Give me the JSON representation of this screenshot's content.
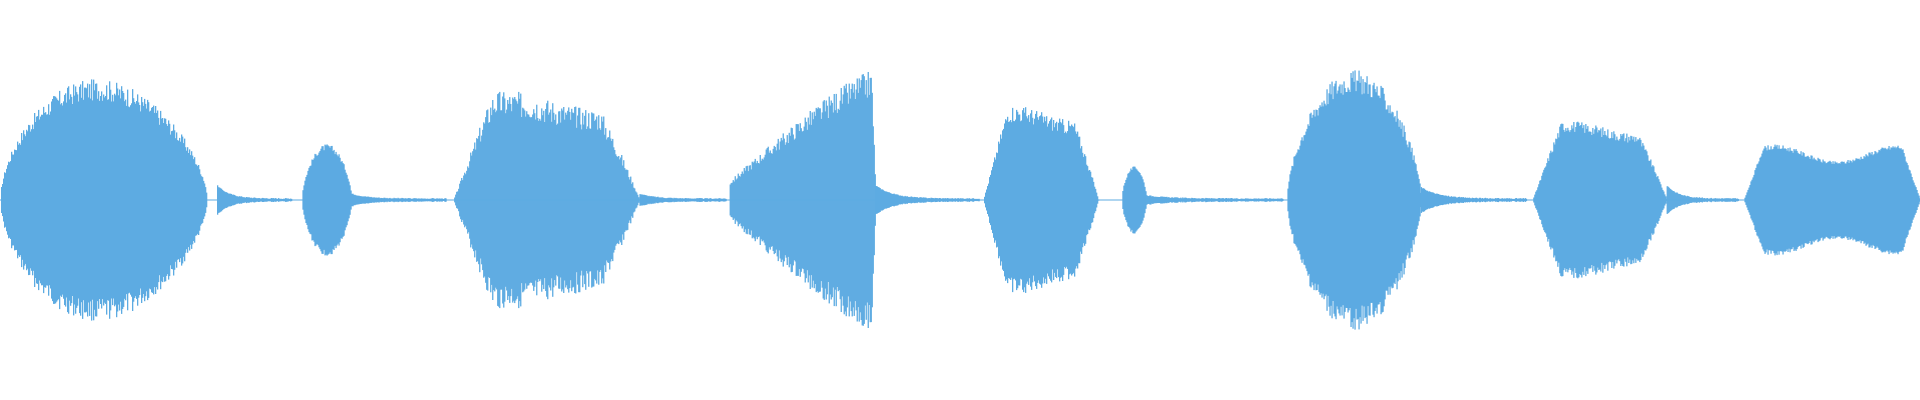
{
  "waveform": {
    "color": "#5dabe2",
    "background": "#ffffff",
    "segments": [
      {
        "kind": "burst",
        "start": 0.0,
        "end": 0.113,
        "peak": 0.75,
        "shape": "hump-early",
        "noise": 0.1
      },
      {
        "kind": "tail",
        "start": 0.113,
        "end": 0.152,
        "peak": 0.08
      },
      {
        "kind": "burst",
        "start": 0.157,
        "end": 0.183,
        "peak": 0.33,
        "shape": "round",
        "noise": 0.06
      },
      {
        "kind": "tail",
        "start": 0.183,
        "end": 0.232,
        "peak": 0.03
      },
      {
        "kind": "burst",
        "start": 0.236,
        "end": 0.333,
        "peak": 0.6,
        "shape": "plateau",
        "noise": 0.14
      },
      {
        "kind": "tail",
        "start": 0.333,
        "end": 0.378,
        "peak": 0.03
      },
      {
        "kind": "burst",
        "start": 0.38,
        "end": 0.456,
        "peak": 0.75,
        "shape": "ramp-up",
        "noise": 0.12
      },
      {
        "kind": "tail",
        "start": 0.456,
        "end": 0.51,
        "peak": 0.08
      },
      {
        "kind": "burst",
        "start": 0.512,
        "end": 0.572,
        "peak": 0.54,
        "shape": "plateau",
        "noise": 0.1
      },
      {
        "kind": "burst",
        "start": 0.584,
        "end": 0.597,
        "peak": 0.2,
        "shape": "round",
        "noise": 0.05
      },
      {
        "kind": "tail",
        "start": 0.597,
        "end": 0.668,
        "peak": 0.02
      },
      {
        "kind": "burst",
        "start": 0.67,
        "end": 0.74,
        "peak": 0.74,
        "shape": "round",
        "noise": 0.1
      },
      {
        "kind": "tail",
        "start": 0.74,
        "end": 0.795,
        "peak": 0.07
      },
      {
        "kind": "burst",
        "start": 0.798,
        "end": 0.868,
        "peak": 0.46,
        "shape": "plateau",
        "noise": 0.08
      },
      {
        "kind": "tail",
        "start": 0.868,
        "end": 0.905,
        "peak": 0.08
      },
      {
        "kind": "burst",
        "start": 0.908,
        "end": 1.0,
        "peak": 0.33,
        "shape": "long-flat",
        "noise": 0.05
      }
    ]
  }
}
